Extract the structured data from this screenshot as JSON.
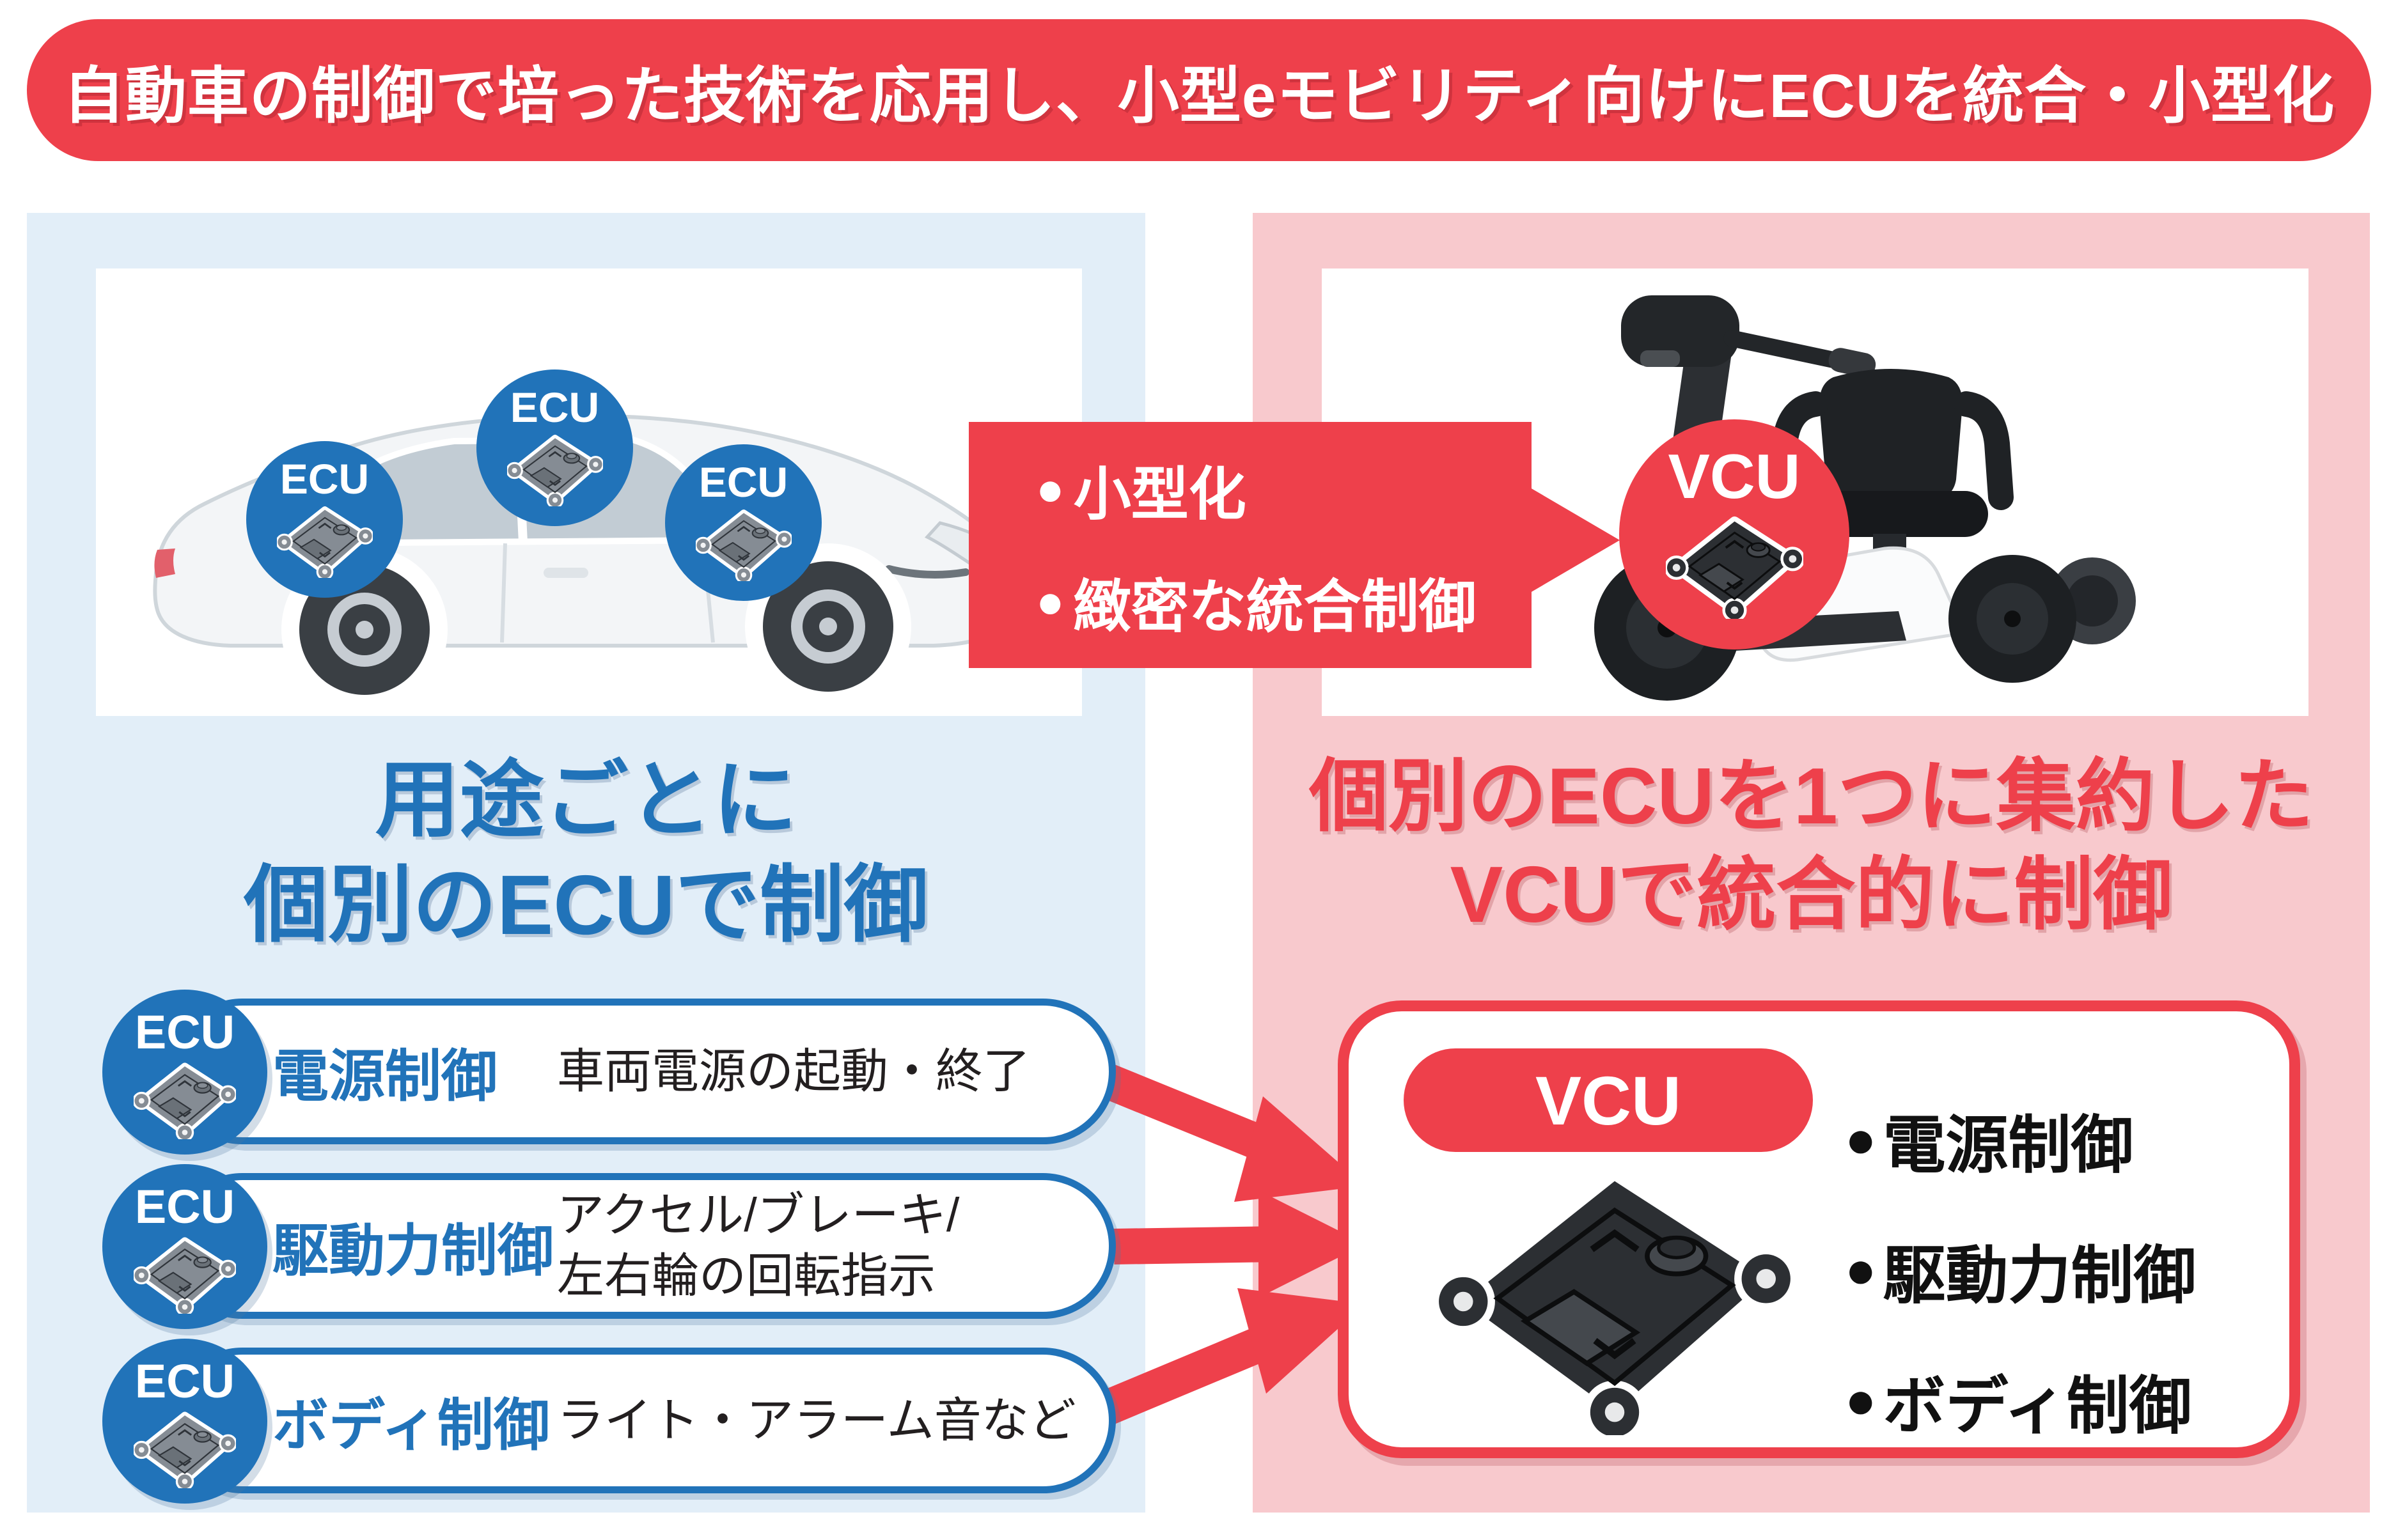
{
  "banner": {
    "text": "自動車の制御で培った技術を応用し、小型eモビリティ向けにECUを統合・小型化"
  },
  "labels": {
    "ecu": "ECU",
    "vcu": "VCU"
  },
  "left_panel": {
    "heading_line1": "用途ごとに",
    "heading_line2": "個別のECUで制御",
    "rows": [
      {
        "label": "電源制御",
        "desc_line1": "車両電源の起動・終了",
        "desc_line2": ""
      },
      {
        "label": "駆動力制御",
        "desc_line1": "アクセル/ブレーキ/",
        "desc_line2": "左右輪の回転指示"
      },
      {
        "label": "ボディ制御",
        "desc_line1": "ライト・アラーム音など",
        "desc_line2": ""
      }
    ]
  },
  "middle_callout": {
    "bullet_char": "●",
    "bullets": [
      "小型化",
      "緻密な統合制御"
    ]
  },
  "right_panel": {
    "heading_line1": "個別のECUを1つに集約した",
    "heading_line2": "VCUで統合的に制御",
    "box": {
      "pill_label": "VCU",
      "bullet_char": "●",
      "bullets": [
        "電源制御",
        "駆動力制御",
        "ボディ制御"
      ]
    }
  },
  "colors": {
    "accent_red": "#ee404b",
    "accent_blue": "#2173b9",
    "panel_blue": "#e2eef8",
    "panel_pink": "#f8c9cd",
    "text_dark": "#231f20"
  }
}
